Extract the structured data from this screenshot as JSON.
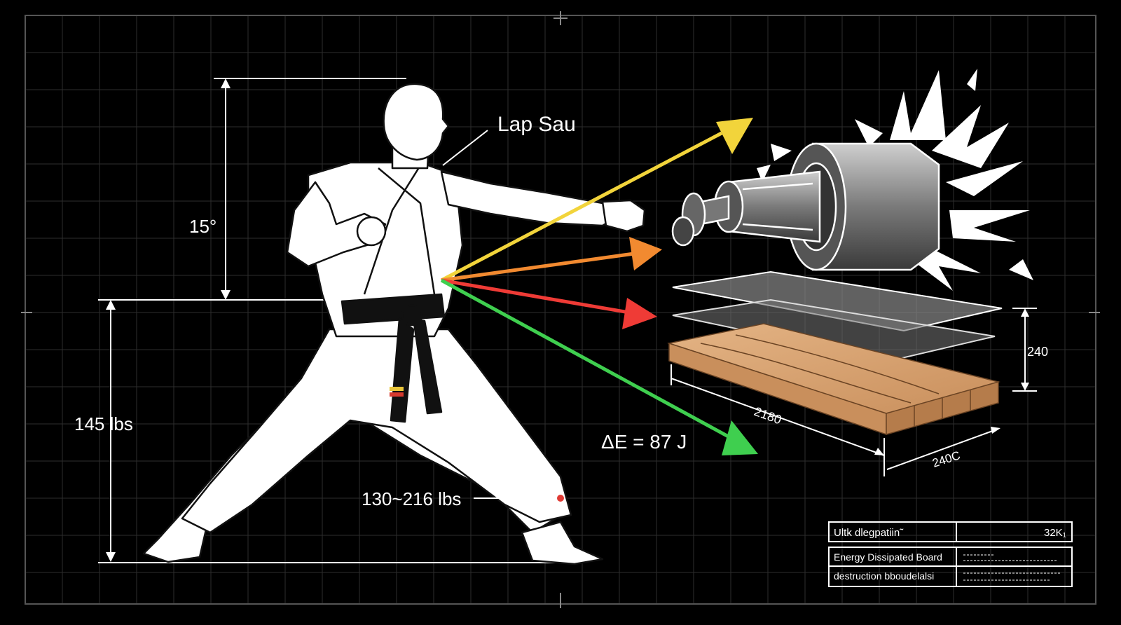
{
  "labels": {
    "technique": "Lap Sau",
    "angle": "15°",
    "weight": "145 lbs",
    "weight_range": "130~216 lbs",
    "energy": "ΔE = 87 J",
    "board_height": "240",
    "board_length": "2180",
    "board_width": "240C"
  },
  "info_table": {
    "row1_label": "Ultk dlegpatiin˜",
    "row1_value": "32K₁",
    "row2_label": "Energy Dissipated Board",
    "row3_label": "destruction bboudelalsi"
  },
  "arrows": [
    {
      "name": "yellow-force-arrow",
      "color": "#f2d43b"
    },
    {
      "name": "orange-force-arrow",
      "color": "#f28a30"
    },
    {
      "name": "red-force-arrow",
      "color": "#ef3b36"
    },
    {
      "name": "green-force-arrow",
      "color": "#3fcf4f"
    }
  ],
  "colors": {
    "background": "#000000",
    "grid": "#2e2e2e",
    "wood": "#d9a679",
    "glass": "#9a9a9a",
    "belt": "#111111"
  },
  "icons": [
    "karate-figure-icon",
    "cylinder-impact-icon",
    "glass-sheet-icon",
    "wood-board-icon",
    "impact-burst-icon"
  ]
}
